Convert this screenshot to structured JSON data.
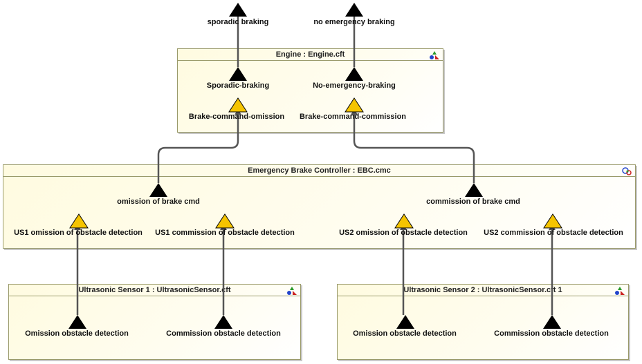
{
  "top_labels": {
    "sporadic": "sporadic braking",
    "no_emergency": "no emergency braking"
  },
  "engine": {
    "title": "Engine : Engine.cft",
    "out_sporadic": "Sporadic-braking",
    "out_no_emergency": "No-emergency-braking",
    "in_omission": "Brake-command-omission",
    "in_commission": "Brake-command-commission"
  },
  "ebc": {
    "title": "Emergency Brake Controller : EBC.cmc",
    "out_omission": "omission of brake cmd",
    "out_commission": "commission of brake cmd",
    "in_us1_omission": "US1 omission of obstacle detection",
    "in_us1_commission": "US1 commission of obstacle detection",
    "in_us2_omission": "US2 omission of obstacle detection",
    "in_us2_commission": "US2 commission of obstacle detection"
  },
  "sensor1": {
    "title": "Ultrasonic Sensor 1 : UltrasonicSensor.cft",
    "out_omission": "Omission obstacle detection",
    "out_commission": "Commission obstacle detection"
  },
  "sensor2": {
    "title": "Ultrasonic Sensor 2 : UltrasonicSensor.cft 1",
    "out_omission": "Omission obstacle detection",
    "out_commission": "Commission obstacle detection"
  },
  "colors": {
    "input_port": "#f5c400",
    "output_port": "#000000",
    "connector": "#555555"
  }
}
